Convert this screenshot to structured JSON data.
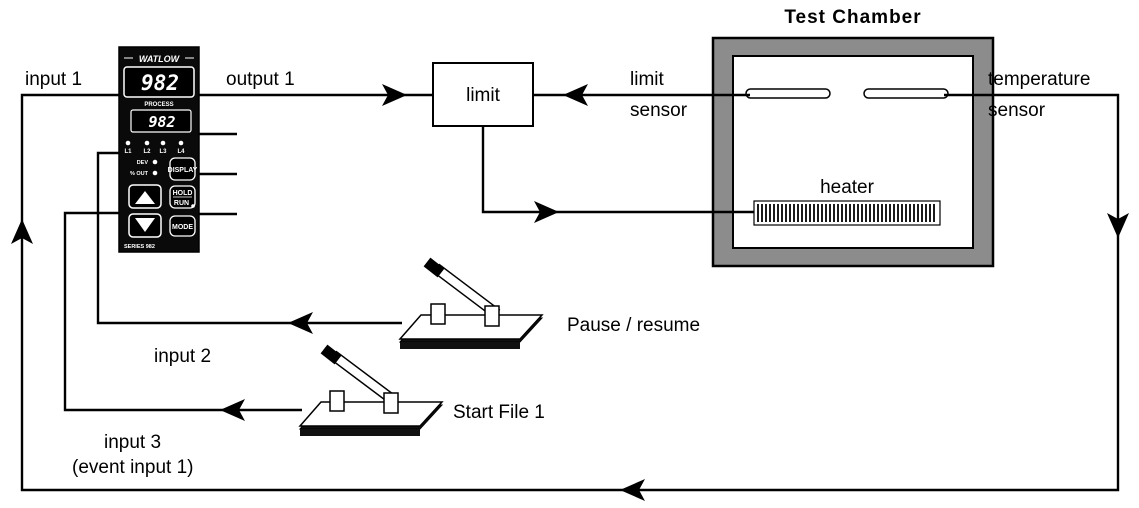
{
  "title": "Test Chamber",
  "controller": {
    "brand": "WATLOW",
    "display_top": "982",
    "process_label": "PROCESS",
    "display_bottom": "982",
    "leds": [
      "L1",
      "L2",
      "L3",
      "L4"
    ],
    "dev_label": "DEV",
    "out_label": "% OUT",
    "display_button": "DISPLAY",
    "hold_label": "HOLD",
    "run_label": "RUN",
    "mode_button": "MODE",
    "series": "SERIES 982"
  },
  "labels": {
    "input1": "input 1",
    "output1": "output 1",
    "limit_box": "limit",
    "limit_sensor_line1": "limit",
    "limit_sensor_line2": "sensor",
    "temp_sensor_line1": "temperature",
    "temp_sensor_line2": "sensor",
    "heater": "heater",
    "pause_resume": "Pause / resume",
    "input2": "input 2",
    "start_file": "Start File 1",
    "input3_line1": "input 3",
    "input3_line2": "(event input 1)"
  }
}
